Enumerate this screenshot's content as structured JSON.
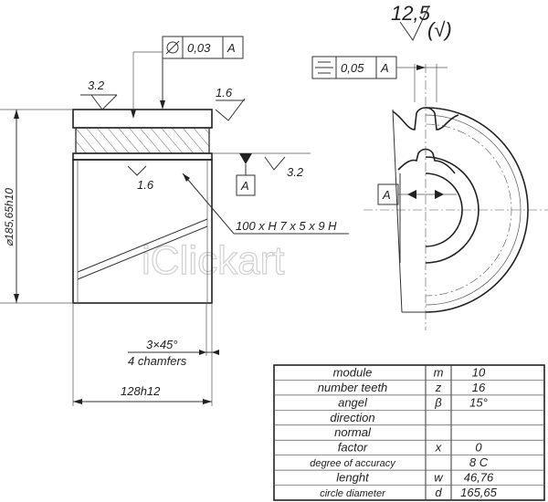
{
  "surface_finish": {
    "general": "12,5",
    "bracket": "(√)"
  },
  "frames": {
    "position": {
      "value": "0,03",
      "datum": "A"
    },
    "symmetry": {
      "value": "0,05",
      "datum": "A"
    }
  },
  "roughness": {
    "top_left": "3.2",
    "top_right": "1.6",
    "inner": "1.6",
    "datum_side": "3.2"
  },
  "datum_label": "A",
  "diameter_label": "⌀185,65h10",
  "spline_label": "100 x H 7 x 5 x 9 H",
  "chamfer": {
    "line1": "3×45°",
    "line2": "4 chamfers"
  },
  "length_label": "128h12",
  "watermark": "iClickart",
  "table": {
    "rows": [
      {
        "param": "module",
        "sym": "m",
        "val": "10"
      },
      {
        "param": "number teeth",
        "sym": "z",
        "val": "16"
      },
      {
        "param": "angel",
        "sym": "β",
        "val": "15°"
      },
      {
        "param": "direction",
        "sym": "",
        "val": ""
      },
      {
        "param": "normal",
        "sym": "",
        "val": ""
      },
      {
        "param": "factor",
        "sym": "x",
        "val": "0"
      },
      {
        "param": "degree of accuracy",
        "sym": "",
        "val": "8 C"
      },
      {
        "param": "lenght",
        "sym": "w",
        "val": "46,76"
      },
      {
        "param": "circle diameter",
        "sym": "d",
        "val": "165,65"
      }
    ]
  }
}
